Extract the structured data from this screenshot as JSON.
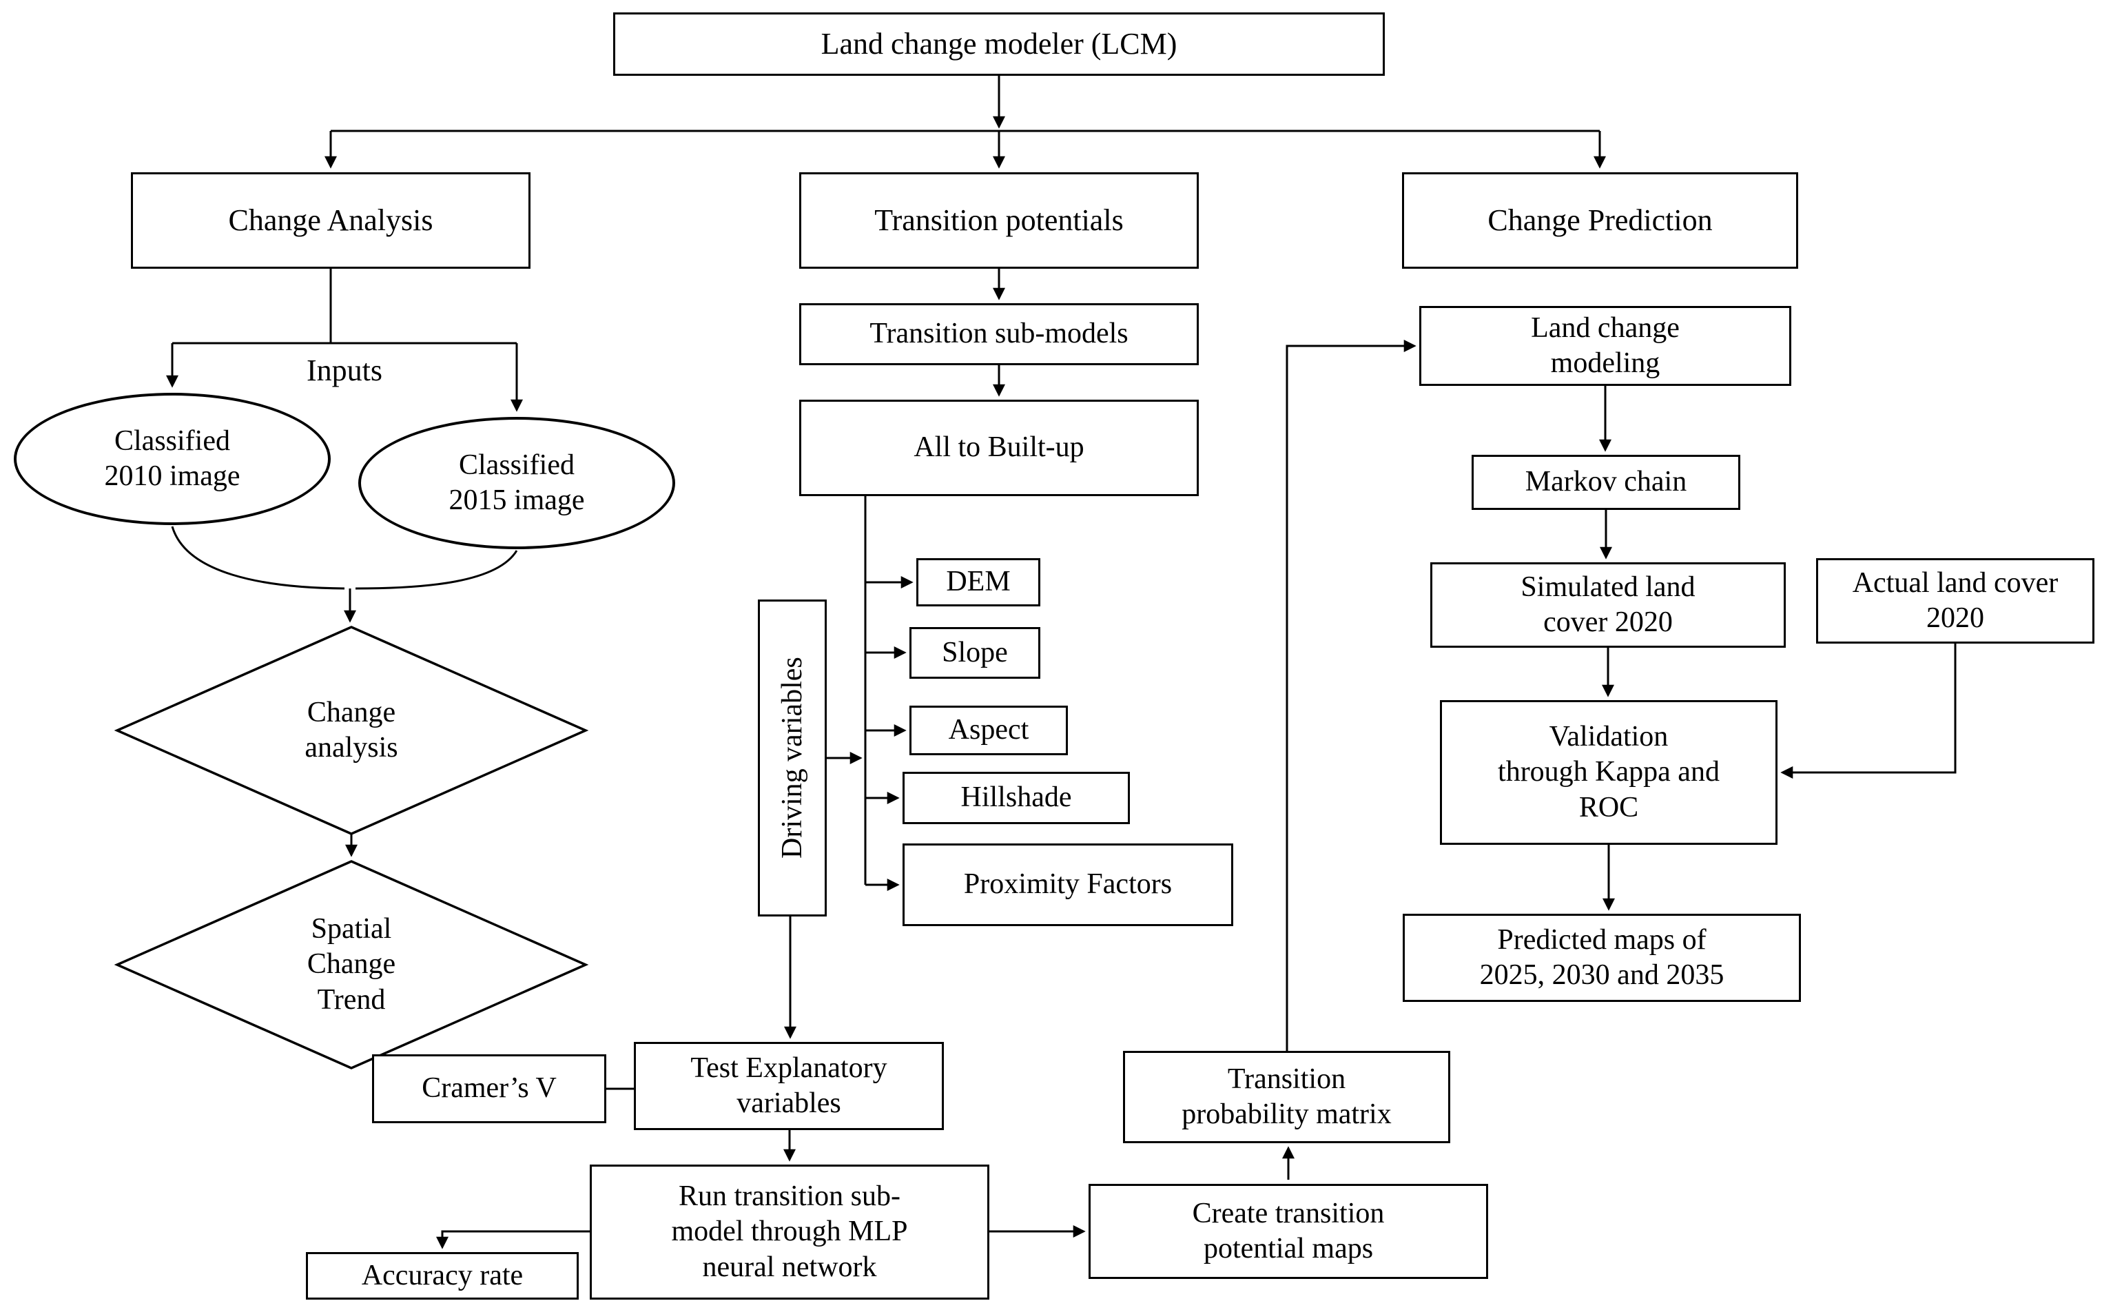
{
  "nodes": {
    "lcm": "Land change modeler (LCM)",
    "change_analysis": "Change Analysis",
    "transition_potentials": "Transition potentials",
    "change_prediction": "Change Prediction",
    "inputs": "Inputs",
    "classified_2010": "Classified\n2010 image",
    "classified_2015": "Classified\n2015 image",
    "change_analysis_diamond": "Change\nanalysis",
    "spatial_change_trend": "Spatial\nChange\nTrend",
    "transition_sub_models": "Transition sub-models",
    "all_to_built_up": "All to Built-up",
    "driving_variables": "Driving variables",
    "dem": "DEM",
    "slope": "Slope",
    "aspect": "Aspect",
    "hillshade": "Hillshade",
    "proximity_factors": "Proximity Factors",
    "test_explanatory": "Test Explanatory\nvariables",
    "cramers_v": "Cramer’s V",
    "run_mlp": "Run transition sub-\nmodel through MLP\nneural network",
    "accuracy_rate": "Accuracy rate",
    "create_transition_maps": "Create transition\npotential maps",
    "transition_prob_matrix": "Transition\nprobability matrix",
    "land_change_modeling": "Land change\nmodeling",
    "markov_chain": "Markov chain",
    "simulated_land_cover": "Simulated land\ncover 2020",
    "actual_land_cover": "Actual land cover\n2020",
    "validation": "Validation\nthrough Kappa and\nROC",
    "predicted_maps": "Predicted maps of\n2025, 2030 and 2035"
  },
  "colors": {
    "stroke": "#000000",
    "node_fill": "#ffffff",
    "background": "#ffffff"
  }
}
